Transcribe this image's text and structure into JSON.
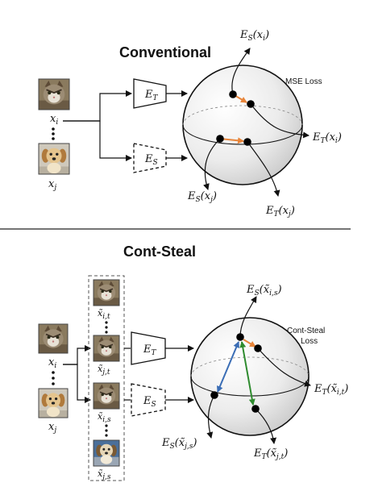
{
  "top": {
    "title": "Conventional",
    "loss_label": "MSE Loss",
    "encoder_teacher": "E_T",
    "encoder_student": "E_S",
    "input_i": "x_i",
    "input_j": "x_j",
    "out_es_xi": "E_S(x_i)",
    "out_et_xi": "E_T(x_i)",
    "out_es_xj": "E_S(x_j)",
    "out_et_xj": "E_T(x_j)"
  },
  "bottom": {
    "title": "Cont-Steal",
    "loss_line1": "Cont-Steal",
    "loss_line2": "Loss",
    "encoder_teacher": "E_T",
    "encoder_student": "E_S",
    "input_i": "x_i",
    "input_j": "x_j",
    "aug_it": "x̃_{i,t}",
    "aug_jt": "x̃_{j,t}",
    "aug_is": "x̃_{i,s}",
    "aug_js": "x̃_{j,s}",
    "out_es_xis": "E_S(x̃_{i,s})",
    "out_et_xit": "E_T(x̃_{i,t})",
    "out_es_xjs": "E_S(x̃_{j,s})",
    "out_et_xjt": "E_T(x̃_{j,t})"
  },
  "colors": {
    "arrow_orange": "#e8853a",
    "arrow_blue": "#3a6db5",
    "arrow_green": "#2e8b2e",
    "sphere_edge": "#111111",
    "divider": "#222222"
  }
}
